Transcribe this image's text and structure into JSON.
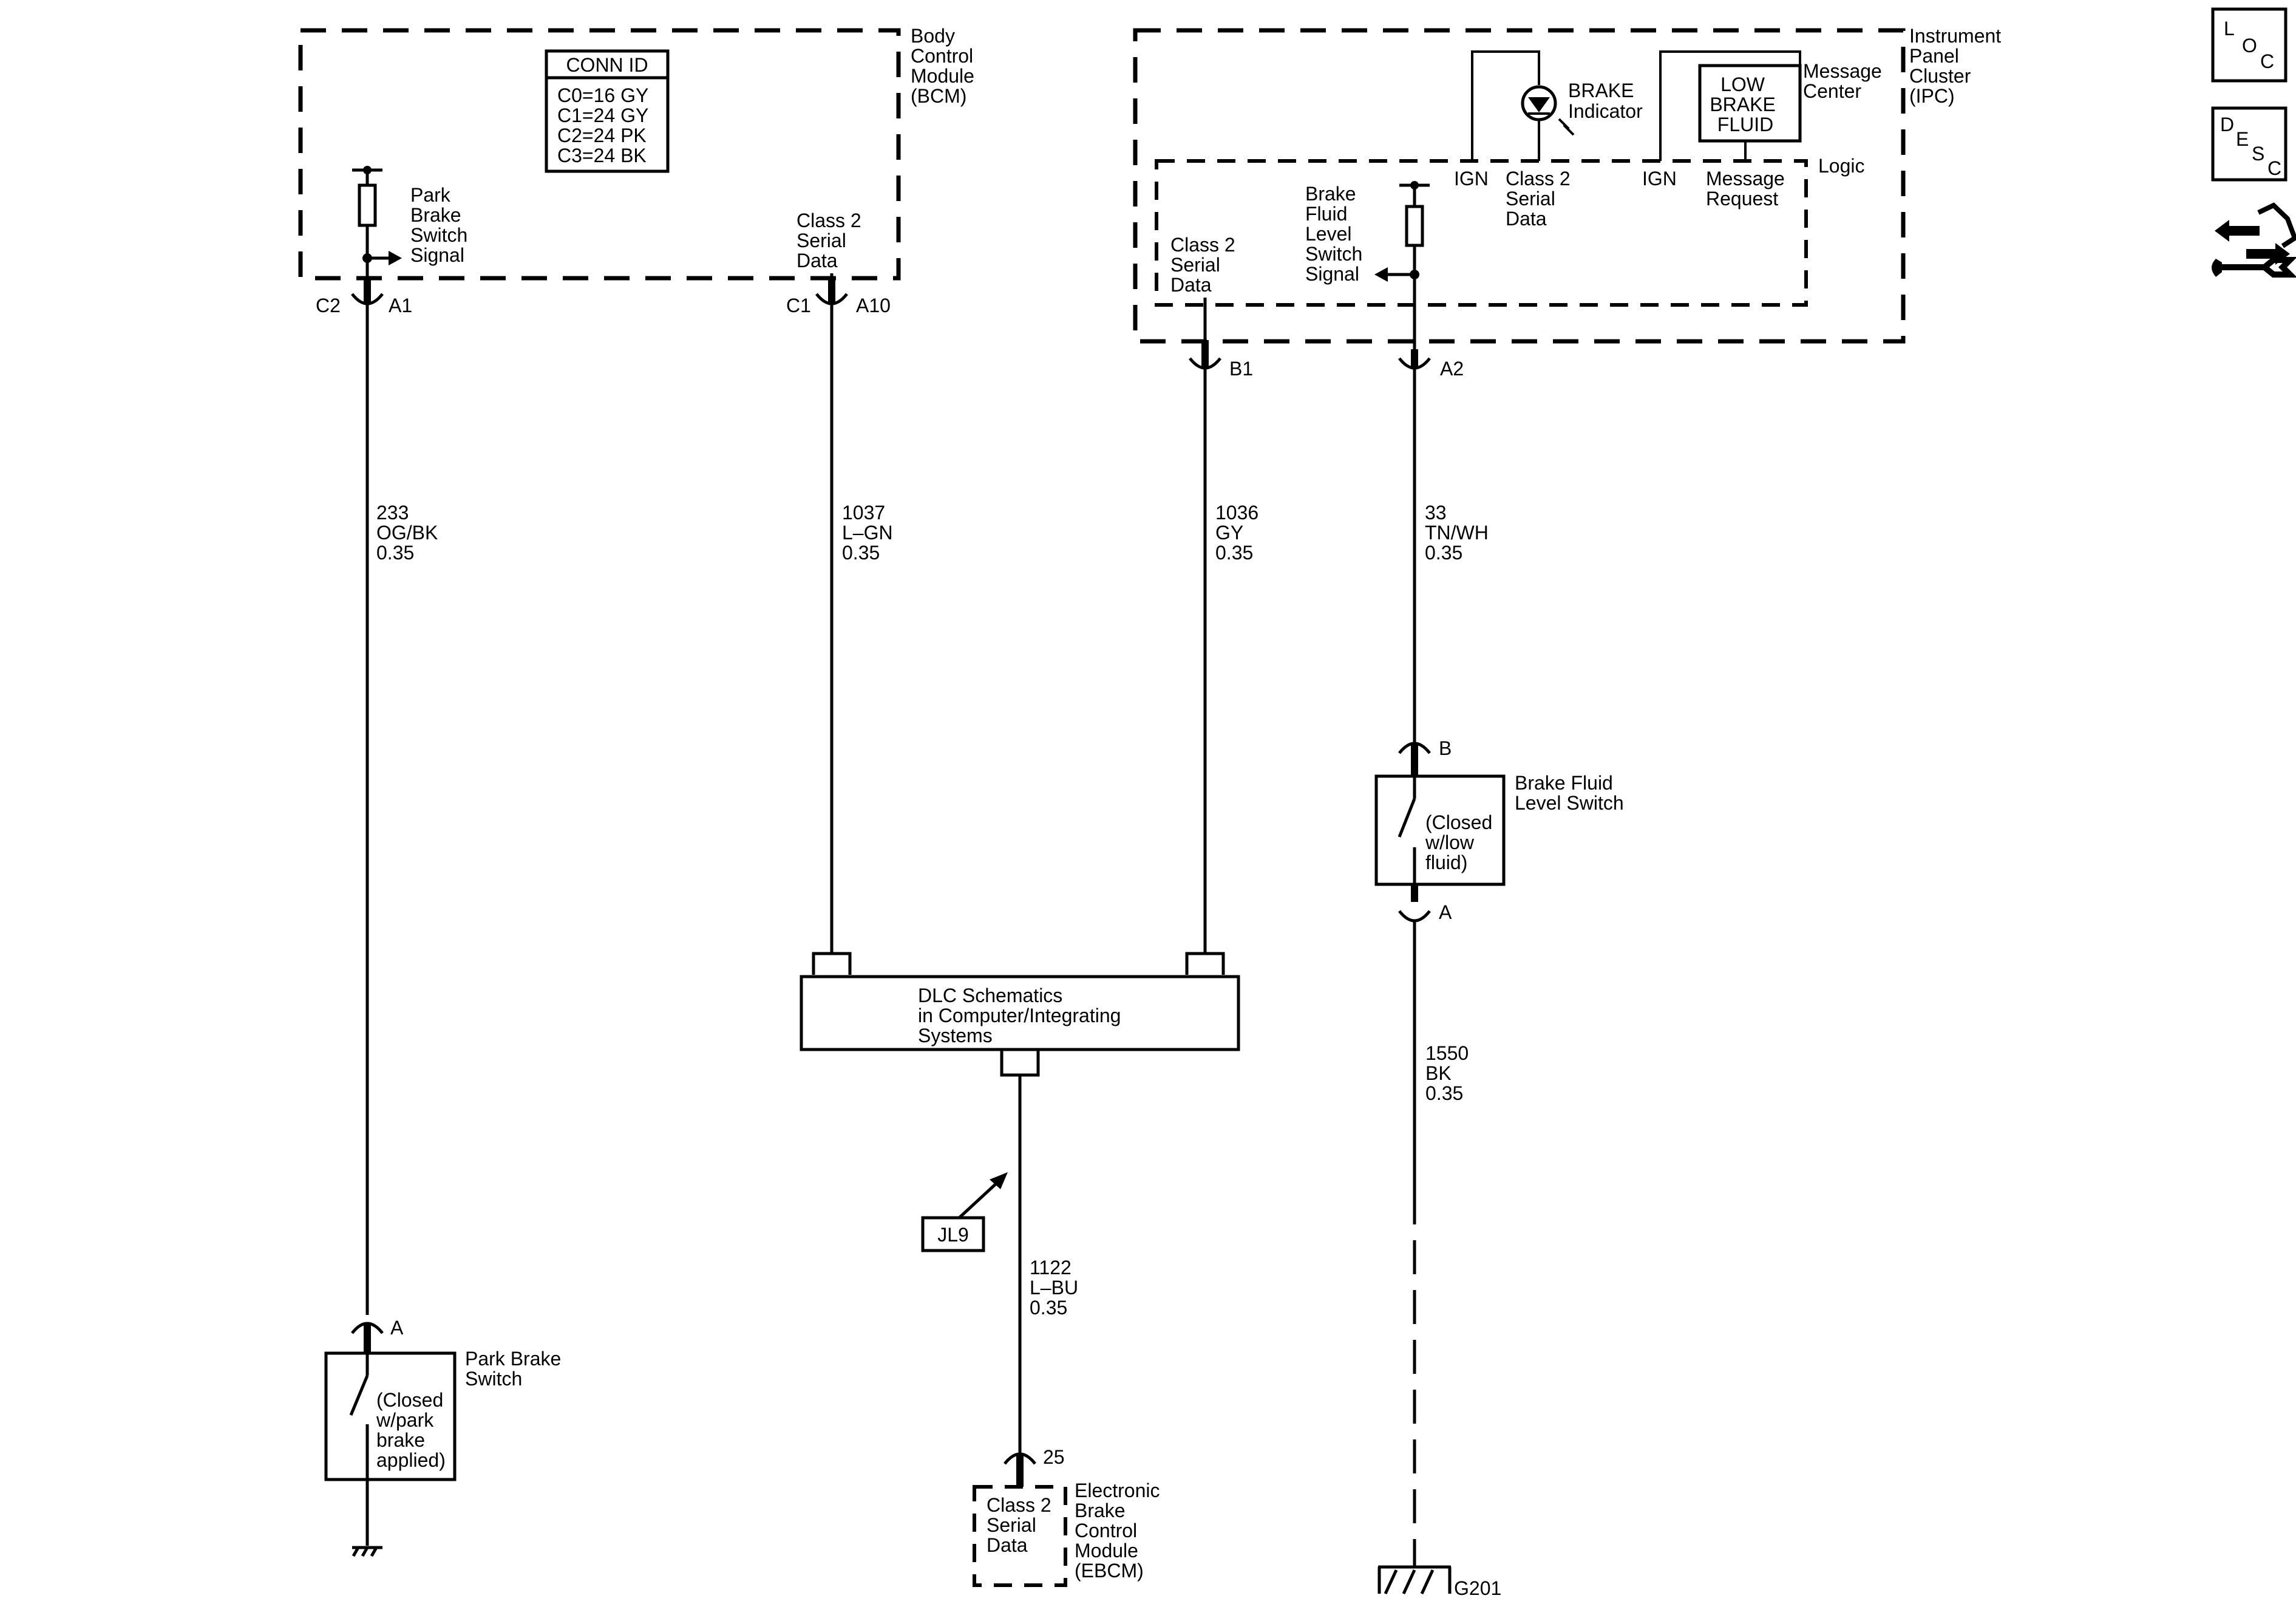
{
  "bcm": {
    "name_lines": [
      "Body",
      "Control",
      "Module",
      "(BCM)"
    ],
    "conn_id_title": "CONN ID",
    "conn_ids": [
      "C0=16 GY",
      "C1=24 GY",
      "C2=24 PK",
      "C3=24 BK"
    ],
    "park_brake_label": [
      "Park",
      "Brake",
      "Switch",
      "Signal"
    ],
    "class2_label": [
      "Class 2",
      "Serial",
      "Data"
    ],
    "conn_c2": "C2",
    "pin_a1": "A1",
    "conn_c1": "C1",
    "pin_a10": "A10"
  },
  "ipc": {
    "name_lines": [
      "Instrument",
      "Panel",
      "Cluster",
      "(IPC)"
    ],
    "brake_indicator": [
      "BRAKE",
      "Indicator"
    ],
    "low_brake_fluid": [
      "LOW",
      "BRAKE",
      "FLUID"
    ],
    "message_center": [
      "Message",
      "Center"
    ],
    "logic": "Logic",
    "ign1": "IGN",
    "ign2": "IGN",
    "class2_mid": [
      "Class 2",
      "Serial",
      "Data"
    ],
    "message_request": [
      "Message",
      "Request"
    ],
    "brake_fluid_signal": [
      "Brake",
      "Fluid",
      "Level",
      "Switch",
      "Signal"
    ],
    "class2_left": [
      "Class 2",
      "Serial",
      "Data"
    ],
    "pin_b1": "B1",
    "pin_a2": "A2"
  },
  "wires": {
    "w233": [
      "233",
      "OG/BK",
      "0.35"
    ],
    "w1037": [
      "1037",
      "L–GN",
      "0.35"
    ],
    "w1036": [
      "1036",
      "GY",
      "0.35"
    ],
    "w33": [
      "33",
      "TN/WH",
      "0.35"
    ],
    "w1550": [
      "1550",
      "BK",
      "0.35"
    ],
    "w1122": [
      "1122",
      "L–BU",
      "0.35"
    ]
  },
  "dlc": {
    "text_lines": [
      "DLC Schematics",
      "in Computer/Integrating",
      "Systems"
    ]
  },
  "jl9": "JL9",
  "brake_fluid_switch": {
    "name_lines": [
      "Brake Fluid",
      "Level Switch"
    ],
    "state_lines": [
      "(Closed",
      "w/low",
      "fluid)"
    ],
    "pin_b": "B",
    "pin_a": "A"
  },
  "park_brake_switch": {
    "name_lines": [
      "Park Brake",
      "Switch"
    ],
    "state_lines": [
      "(Closed",
      "w/park",
      "brake",
      "applied)"
    ],
    "pin_a": "A"
  },
  "ebcm": {
    "pin": "25",
    "inner_lines": [
      "Class 2",
      "Serial",
      "Data"
    ],
    "name_lines": [
      "Electronic",
      "Brake",
      "Control",
      "Module",
      "(EBCM)"
    ]
  },
  "ground_g201": "G201",
  "side_icons": {
    "loc": [
      "L",
      "O",
      "C"
    ],
    "desc": [
      "D",
      "E",
      "S",
      "C"
    ],
    "tool_icon": "wrench-arrows-icon"
  }
}
